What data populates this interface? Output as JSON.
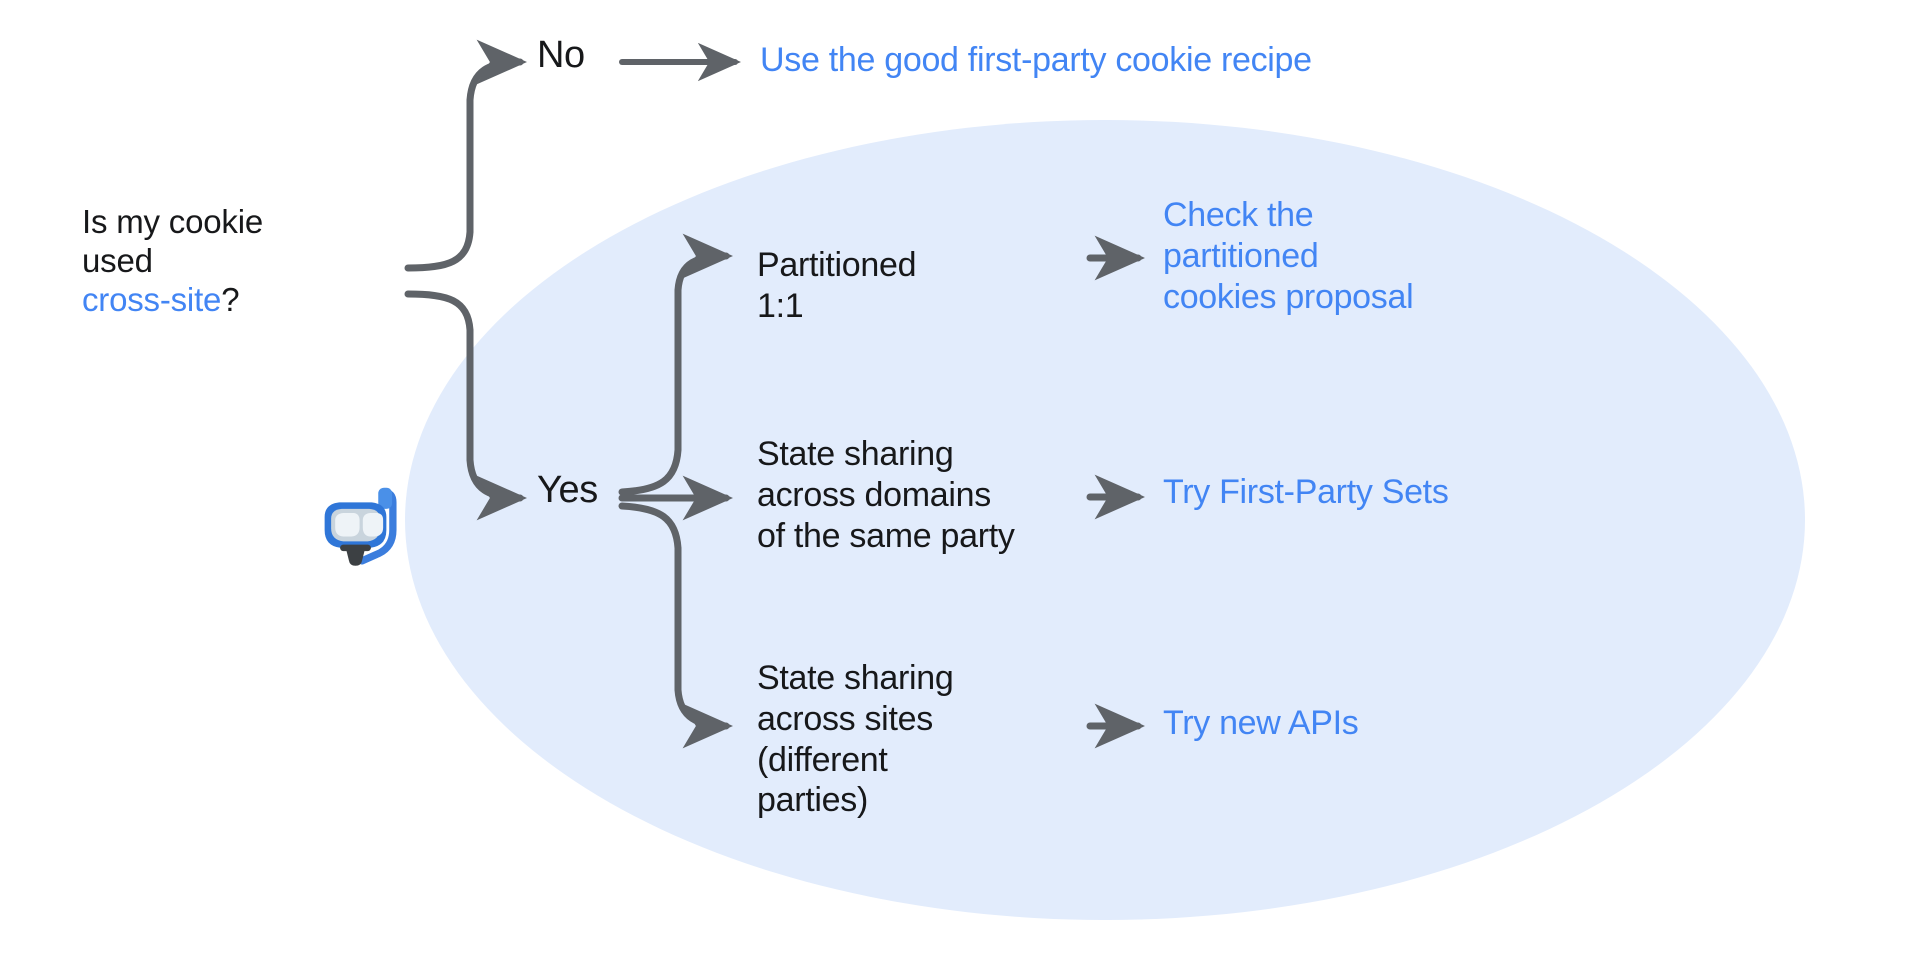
{
  "diagram": {
    "title": "Is my cookie used cross-site?",
    "type": "decision-flowchart",
    "background_color": "#ffffff",
    "highlight_ellipse_color": "#e2ecfc",
    "link_color": "#4285f4",
    "text_color": "#17181a",
    "connector_color": "#5f6368"
  },
  "question": {
    "line1": "Is my cookie",
    "line2": "used",
    "link_text": "cross-site",
    "suffix": "?"
  },
  "branches": {
    "no": {
      "label": "No",
      "outcome": "Use the good first-party cookie recipe"
    },
    "yes": {
      "label": "Yes",
      "options": [
        {
          "text_lines": [
            "Partitioned",
            "1:1"
          ],
          "outcome_lines": [
            "Check the",
            "partitioned",
            "cookies proposal"
          ]
        },
        {
          "text_lines": [
            "State sharing",
            "across domains",
            "of the same party"
          ],
          "outcome_lines": [
            "Try First-Party Sets"
          ]
        },
        {
          "text_lines": [
            "State sharing",
            "across sites",
            "(different",
            "parties)"
          ],
          "outcome_lines": [
            "Try new APIs"
          ]
        }
      ]
    }
  },
  "decoration": {
    "emoji_name": "diving-mask-emoji",
    "emoji_glyph": "🤿"
  }
}
